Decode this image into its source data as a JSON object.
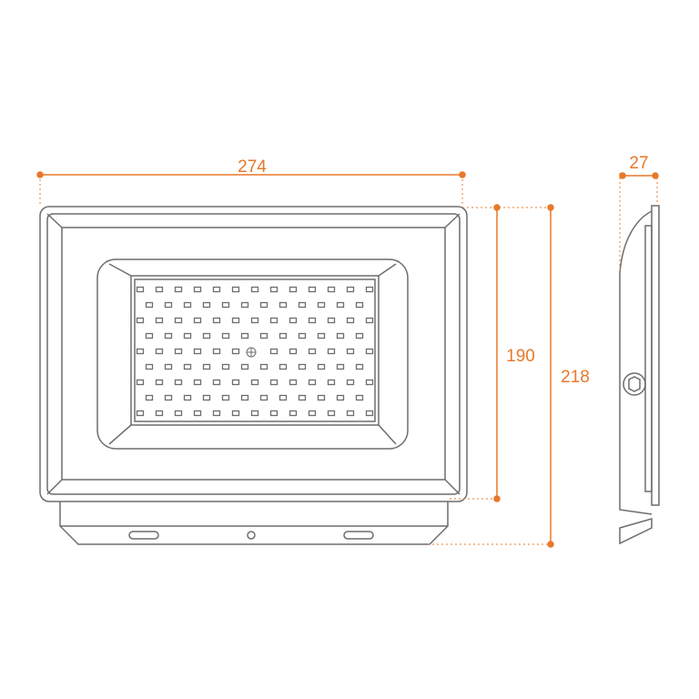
{
  "dimensions": {
    "width": "274",
    "inner_height": "190",
    "total_height": "218",
    "depth": "27"
  },
  "colors": {
    "dimension": "#e8782a",
    "outline": "#6d6d6d"
  },
  "led_grid": {
    "rows": 9,
    "even_row_count": 13,
    "odd_row_count": 12
  }
}
